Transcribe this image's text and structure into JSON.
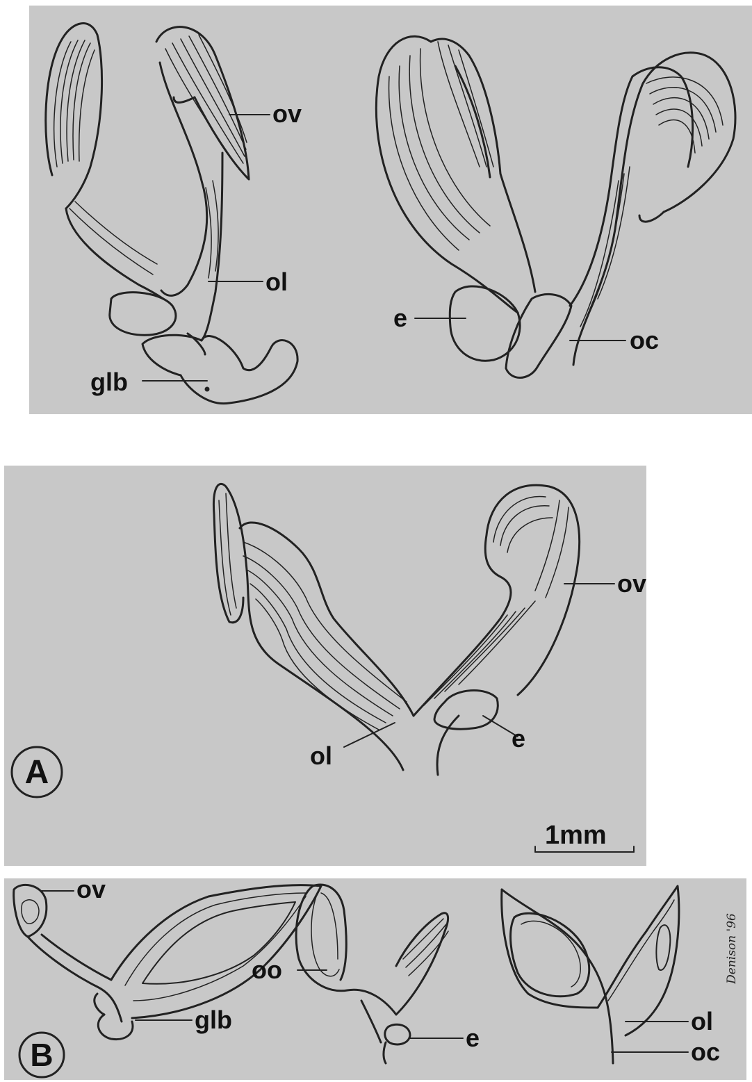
{
  "figure": {
    "top_labels": {
      "ov": "ov",
      "ol": "ol",
      "glb": "glb",
      "e": "e",
      "oc": "oc"
    },
    "panel_a": {
      "letter": "A",
      "ov": "ov",
      "ol": "ol",
      "e": "e",
      "scale_bar": "1mm"
    },
    "panel_b": {
      "letter": "B",
      "ov": "ov",
      "glb": "glb",
      "oo": "oo",
      "e": "e",
      "ol": "ol",
      "oc": "oc"
    },
    "signature": "Denison '96"
  }
}
